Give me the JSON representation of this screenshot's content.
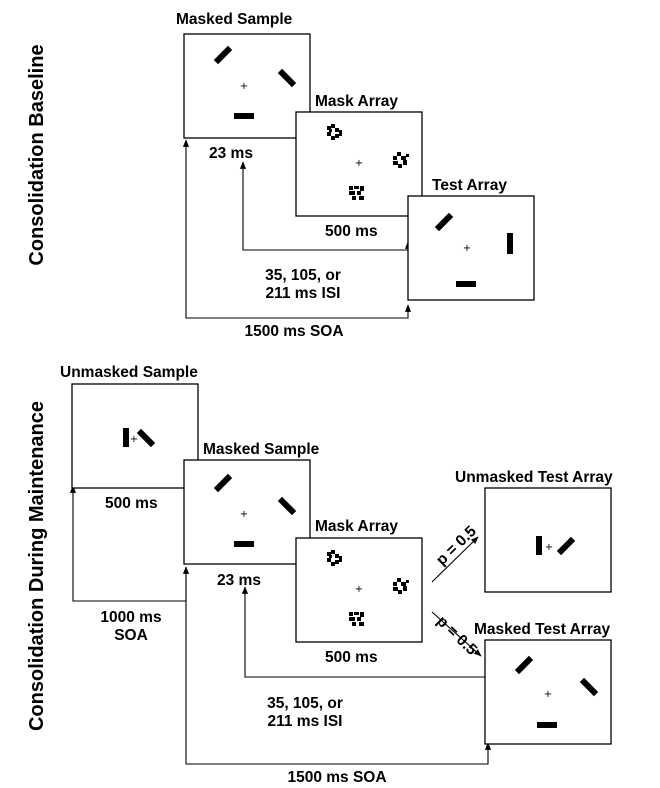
{
  "baseline": {
    "side_label": "Consolidation Baseline",
    "masked_sample": {
      "title": "Masked Sample",
      "duration": "23 ms"
    },
    "mask_array": {
      "title": "Mask Array",
      "duration": "500 ms"
    },
    "test_array": {
      "title": "Test Array"
    },
    "isi": {
      "line1": "35, 105, or",
      "line2": "211 ms ISI"
    },
    "soa": "1500 ms SOA",
    "fixation": "+"
  },
  "maintenance": {
    "side_label": "Consolidation During Maintenance",
    "unmasked_sample": {
      "title": "Unmasked Sample",
      "duration": "500 ms"
    },
    "masked_sample": {
      "title": "Masked Sample",
      "duration": "23 ms"
    },
    "mask_array": {
      "title": "Mask Array",
      "duration": "500 ms"
    },
    "unmasked_test": {
      "title": "Unmasked Test Array"
    },
    "masked_test": {
      "title": "Masked Test Array"
    },
    "prob_upper": "p = 0.5",
    "prob_lower": "p = 0.5",
    "soa_1000": {
      "line1": "1000 ms",
      "line2": "SOA"
    },
    "isi": {
      "line1": "35, 105, or",
      "line2": "211 ms ISI"
    },
    "soa_1500": "1500 ms SOA",
    "fixation": "+"
  }
}
